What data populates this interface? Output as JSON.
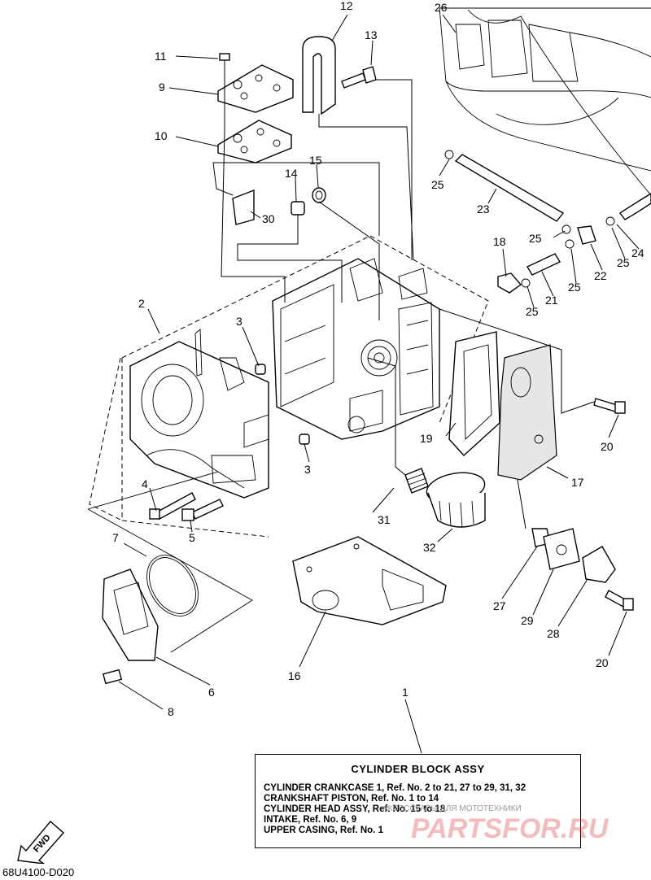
{
  "callouts": {
    "c1": "1",
    "c2": "2",
    "c3a": "3",
    "c3b": "3",
    "c4": "4",
    "c5": "5",
    "c6": "6",
    "c7": "7",
    "c8": "8",
    "c9": "9",
    "c10": "10",
    "c11": "11",
    "c12": "12",
    "c13": "13",
    "c14": "14",
    "c15": "15",
    "c16": "16",
    "c17": "17",
    "c18": "18",
    "c19": "19",
    "c20a": "20",
    "c20b": "20",
    "c21": "21",
    "c22": "22",
    "c23": "23",
    "c24": "24",
    "c25a": "25",
    "c25b": "25",
    "c25c": "25",
    "c25d": "25",
    "c25e": "25",
    "c26": "26",
    "c27": "27",
    "c28": "28",
    "c29": "29",
    "c30": "30",
    "c31": "31",
    "c32": "32"
  },
  "assy_box": {
    "title": "CYLINDER  BLOCK ASSY",
    "lines": [
      "CYLINDER CRANKCASE 1, Ref. No. 2 to 21, 27 to 29, 31, 32",
      "CRANKSHAFT PISTON,  Ref. No. 1 to 14",
      "CYLINDER HEAD ASSY, Ref. No. 15 to 18",
      "INTAKE,  Ref. No. 6, 9",
      "UPPER CASING, Ref. No. 1"
    ]
  },
  "watermark": {
    "subtitle": "АКСЕССУАРЫ ДЛЯ МОТОТЕХНИКИ",
    "logo": "PARTSFOR.RU"
  },
  "fwd_label": "FWD",
  "drawing_code": "68U4100-D020"
}
